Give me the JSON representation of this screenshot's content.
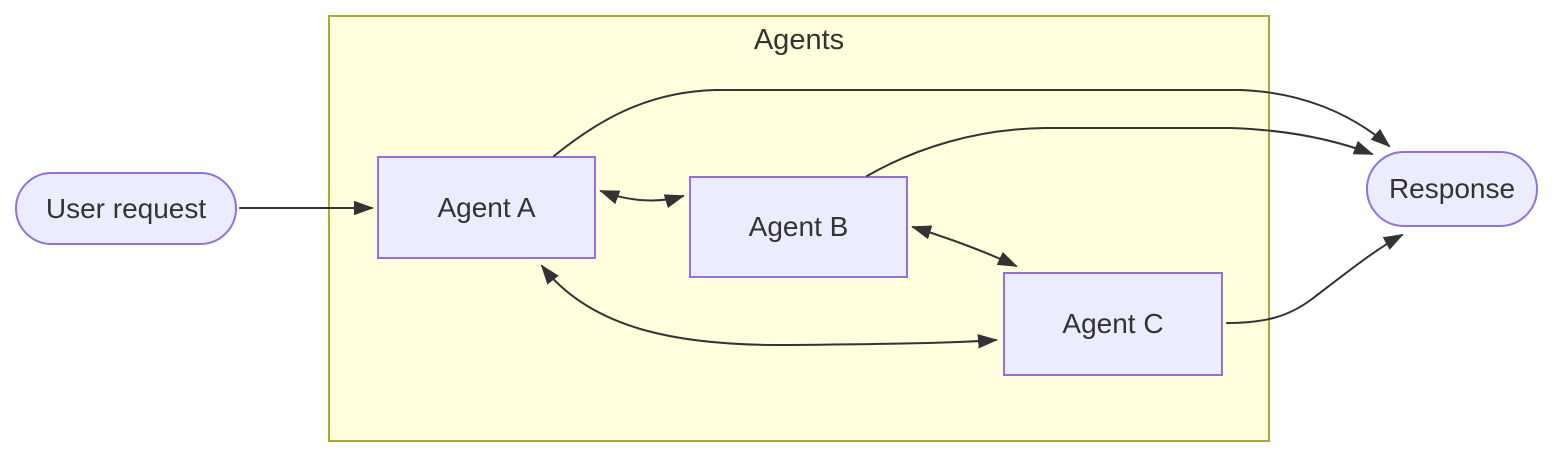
{
  "diagram": {
    "type": "flowchart",
    "direction": "left-to-right",
    "cluster": {
      "label": "Agents"
    },
    "nodes": [
      {
        "id": "user_request",
        "label": "User request",
        "shape": "stadium",
        "inside_cluster": false
      },
      {
        "id": "agent_a",
        "label": "Agent A",
        "shape": "rectangle",
        "inside_cluster": true
      },
      {
        "id": "agent_b",
        "label": "Agent B",
        "shape": "rectangle",
        "inside_cluster": true
      },
      {
        "id": "agent_c",
        "label": "Agent C",
        "shape": "rectangle",
        "inside_cluster": true
      },
      {
        "id": "response",
        "label": "Response",
        "shape": "stadium",
        "inside_cluster": false
      }
    ],
    "edges": [
      {
        "from": "user_request",
        "to": "agent_a",
        "bidirectional": false
      },
      {
        "from": "agent_a",
        "to": "agent_b",
        "bidirectional": true
      },
      {
        "from": "agent_b",
        "to": "agent_c",
        "bidirectional": true
      },
      {
        "from": "agent_a",
        "to": "agent_c",
        "bidirectional": true
      },
      {
        "from": "agent_a",
        "to": "response",
        "bidirectional": false
      },
      {
        "from": "agent_b",
        "to": "response",
        "bidirectional": false
      },
      {
        "from": "agent_c",
        "to": "response",
        "bidirectional": false
      }
    ],
    "colors": {
      "node_fill": "#ECECFF",
      "node_border": "#9370DB",
      "cluster_fill": "#ffffde",
      "cluster_border": "#aaaa33",
      "edge": "#333333",
      "text": "#333333",
      "background": "#ffffff"
    }
  }
}
